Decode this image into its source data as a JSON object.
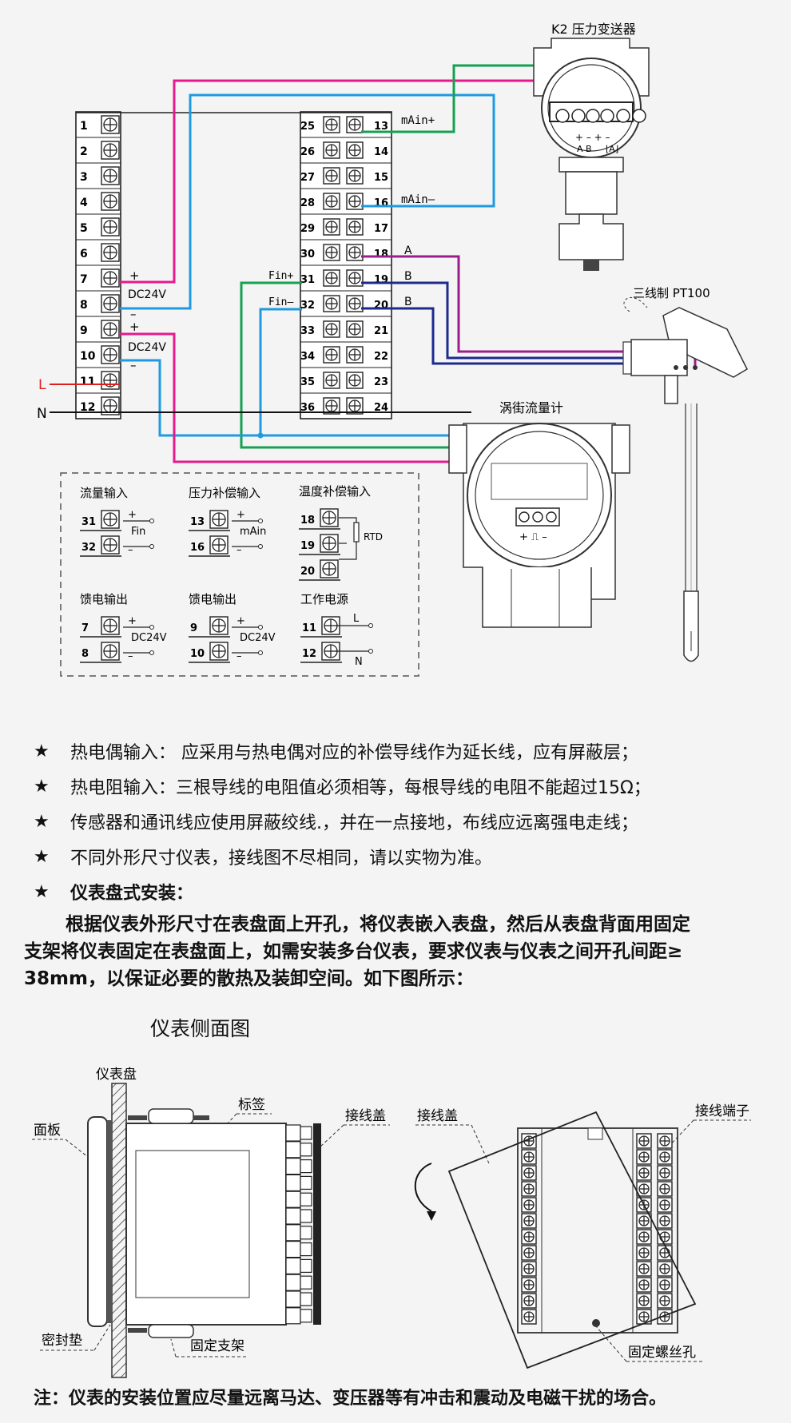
{
  "top_diagram": {
    "pressure_transmitter_title": "K2 压力变送器",
    "pressure_terminal_marks": "+ – + –",
    "pressure_terminal_letters": "A B",
    "pressure_terminal_wave": "⌊A⌋",
    "pt100_title": "三线制 PT100",
    "vortex_title": "涡街流量计",
    "vortex_terminal_marks": "+ ⎍ –",
    "left_terminals": [
      "1",
      "2",
      "3",
      "4",
      "5",
      "6",
      "7",
      "8",
      "9",
      "10",
      "11",
      "12"
    ],
    "right_terminals_inner": [
      "25",
      "26",
      "27",
      "28",
      "29",
      "30",
      "31",
      "32",
      "33",
      "34",
      "35",
      "36"
    ],
    "right_terminals_outer": [
      "13",
      "14",
      "15",
      "16",
      "17",
      "18",
      "19",
      "20",
      "21",
      "22",
      "23",
      "24"
    ],
    "labels": {
      "mAin_plus": "mAin+",
      "mAin_minus": "mAin–",
      "A": "A",
      "B1": "B",
      "B2": "B",
      "Fin_plus": "Fin+",
      "Fin_minus": "Fin–",
      "plus7": "+",
      "dc24v_a": "DC24V",
      "minus8": "–",
      "plus9": "+",
      "dc24v_b": "DC24V",
      "minus10": "–",
      "L": "L",
      "N": "N"
    }
  },
  "legend": {
    "flow_input": {
      "title": "流量输入",
      "t1": "31",
      "t2": "32",
      "plus": "+",
      "label": "Fin",
      "minus": "–"
    },
    "pressure_comp": {
      "title": "压力补偿输入",
      "t1": "13",
      "t2": "16",
      "plus": "+",
      "label": "mAin",
      "minus": "–"
    },
    "temp_comp": {
      "title": "温度补偿输入",
      "t1": "18",
      "t2": "19",
      "t3": "20",
      "label": "RTD"
    },
    "feed_out_1": {
      "title": "馈电输出",
      "t1": "7",
      "t2": "8",
      "plus": "+",
      "label": "DC24V",
      "minus": "–"
    },
    "feed_out_2": {
      "title": "馈电输出",
      "t1": "9",
      "t2": "10",
      "plus": "+",
      "label": "DC24V",
      "minus": "–"
    },
    "power": {
      "title": "工作电源",
      "t1": "11",
      "t2": "12",
      "L": "L",
      "N": "N"
    }
  },
  "notes": [
    "热电偶输入： 应采用与热电偶对应的补偿导线作为延长线，应有屏蔽层；",
    "热电阻输入：三根导线的电阻值必须相等，每根导线的电阻不能超过15Ω；",
    "传感器和通讯线应使用屏蔽绞线.，并在一点接地，布线应远离强电走线；",
    "不同外形尺寸仪表，接线图不尽相同，请以实物为准。",
    "仪表盘式安装："
  ],
  "star": "★",
  "install_text_1": "根据仪表外形尺寸在表盘面上开孔，将仪表嵌入表盘，然后从表盘背面用固定",
  "install_text_2": "支架将仪表固定在表盘面上，如需安装多台仪表，要求仪表与仪表之间开孔间距≥",
  "install_text_3": "38mm，以保证必要的散热及装卸空间。如下图所示：",
  "side_view": {
    "title": "仪表侧面图",
    "panel_board": "仪表盘",
    "face_plate": "面板",
    "label": "标签",
    "wiring_cover": "接线盖",
    "gasket": "密封垫",
    "bracket": "固定支架"
  },
  "back_view": {
    "wiring_cover": "接线盖",
    "terminals": "接线端子",
    "screw_hole": "固定螺丝孔"
  },
  "bottom_note": "注：仪表的安装位置应尽量远离马达、变压器等有冲击和震动及电磁干扰的场合。",
  "colors": {
    "magenta": "#e6198c",
    "blue": "#1e9ae0",
    "green": "#16a050",
    "purple": "#9b1e8c",
    "navy": "#1c2a8c",
    "red": "#e01e1e"
  }
}
